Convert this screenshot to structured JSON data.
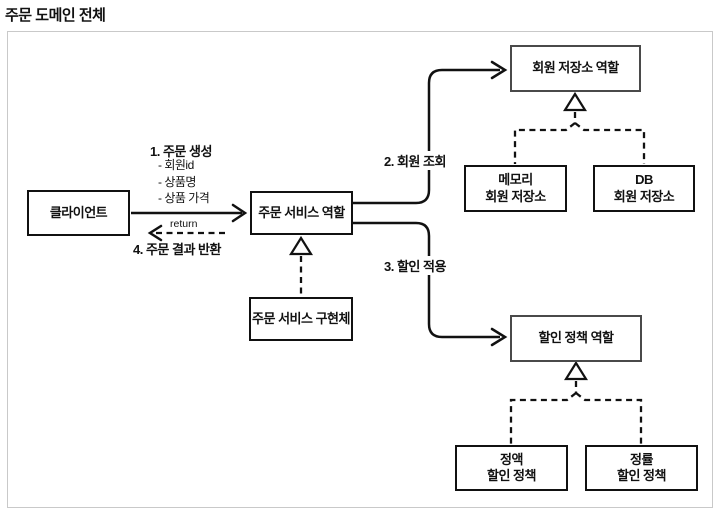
{
  "page": {
    "title": "주문 도메인 전체"
  },
  "diagram": {
    "nodes": {
      "client": {
        "label": "클라이언트"
      },
      "order_service_role": {
        "label": "주문 서비스 역할"
      },
      "order_service_impl": {
        "label": "주문 서비스 구현체"
      },
      "member_repo_role": {
        "label": "회원 저장소 역할"
      },
      "memory_member_repo": {
        "line1": "메모리",
        "line2": "회원 저장소"
      },
      "db_member_repo": {
        "line1": "DB",
        "line2": "회원 저장소"
      },
      "discount_policy_role": {
        "label": "할인 정책 역할"
      },
      "fixed_discount_policy": {
        "line1": "정액",
        "line2": "할인 정책"
      },
      "rate_discount_policy": {
        "line1": "정률",
        "line2": "할인 정책"
      }
    },
    "edge_labels": {
      "step1_title": "1. 주문 생성",
      "step1_items": [
        "- 회원id",
        "- 상품명",
        "- 상품 가격"
      ],
      "return_label": "return",
      "step4": "4. 주문 결과 반환",
      "step2": "2. 회원 조회",
      "step3": "3. 할인 적용"
    },
    "colors": {
      "line": "#111111",
      "box_border": "#111111",
      "role_box_border": "#4a4a4a",
      "container_border": "#c9c9c9"
    }
  }
}
